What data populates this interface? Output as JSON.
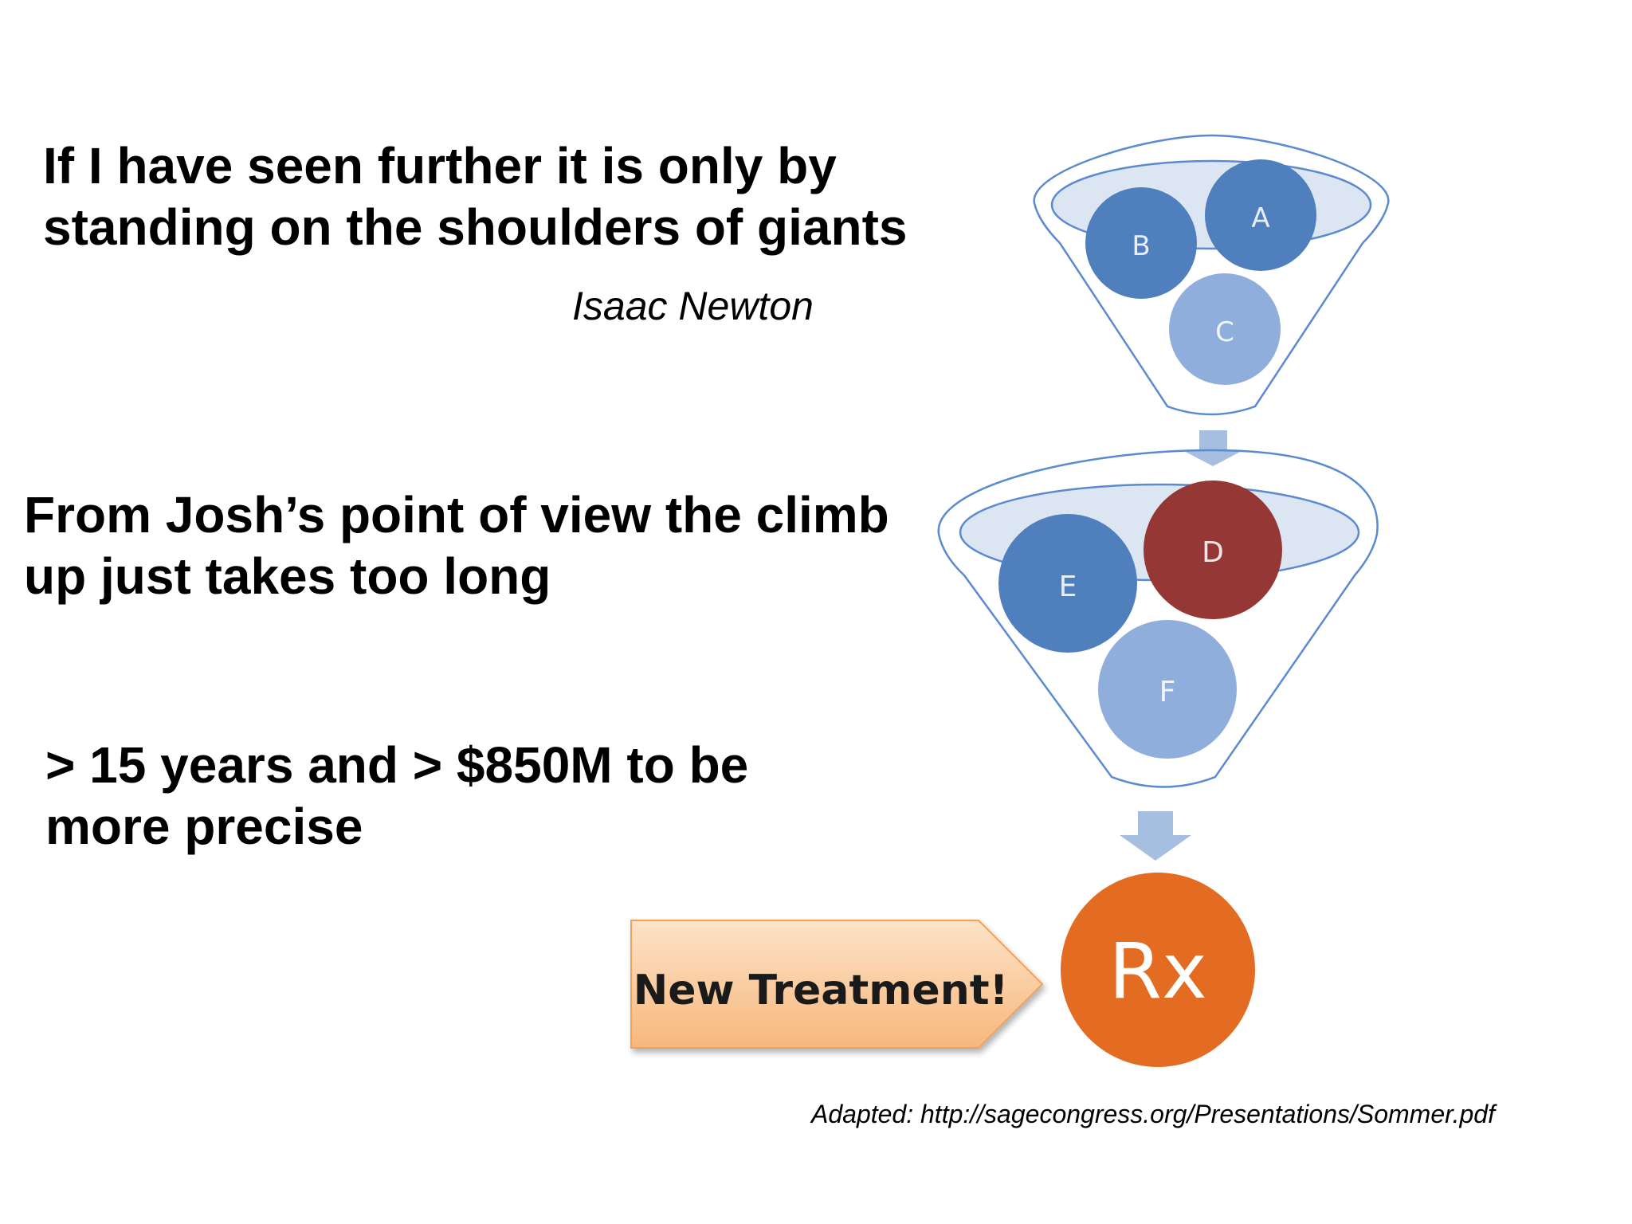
{
  "slide": {
    "quote_line1": "If I have seen further it is only by",
    "quote_line2": "standing on the shoulders of giants",
    "quote_author": "Isaac Newton",
    "josh_line1": "From Josh’s point of view the climb",
    "josh_line2": "up just takes too long",
    "cost_line1": "> 15 years and > $850M to be",
    "cost_line2": "more precise",
    "source": "Adapted: http://sagecongress.org/Presentations/Sommer.pdf"
  },
  "diagram": {
    "funnel1_labels": {
      "a": "A",
      "b": "B",
      "c": "C"
    },
    "funnel2_labels": {
      "d": "D",
      "e": "E",
      "f": "F"
    },
    "callout_label": "New Treatment!",
    "result_label": "Rx",
    "colors": {
      "dark_blue": "#4f7fbd",
      "light_blue": "#8faedb",
      "red": "#953735",
      "orange": "#e46c22",
      "callout": "#fbc99a",
      "funnel_stroke": "#5b8ad0",
      "arrow": "#a6bfe0"
    }
  }
}
